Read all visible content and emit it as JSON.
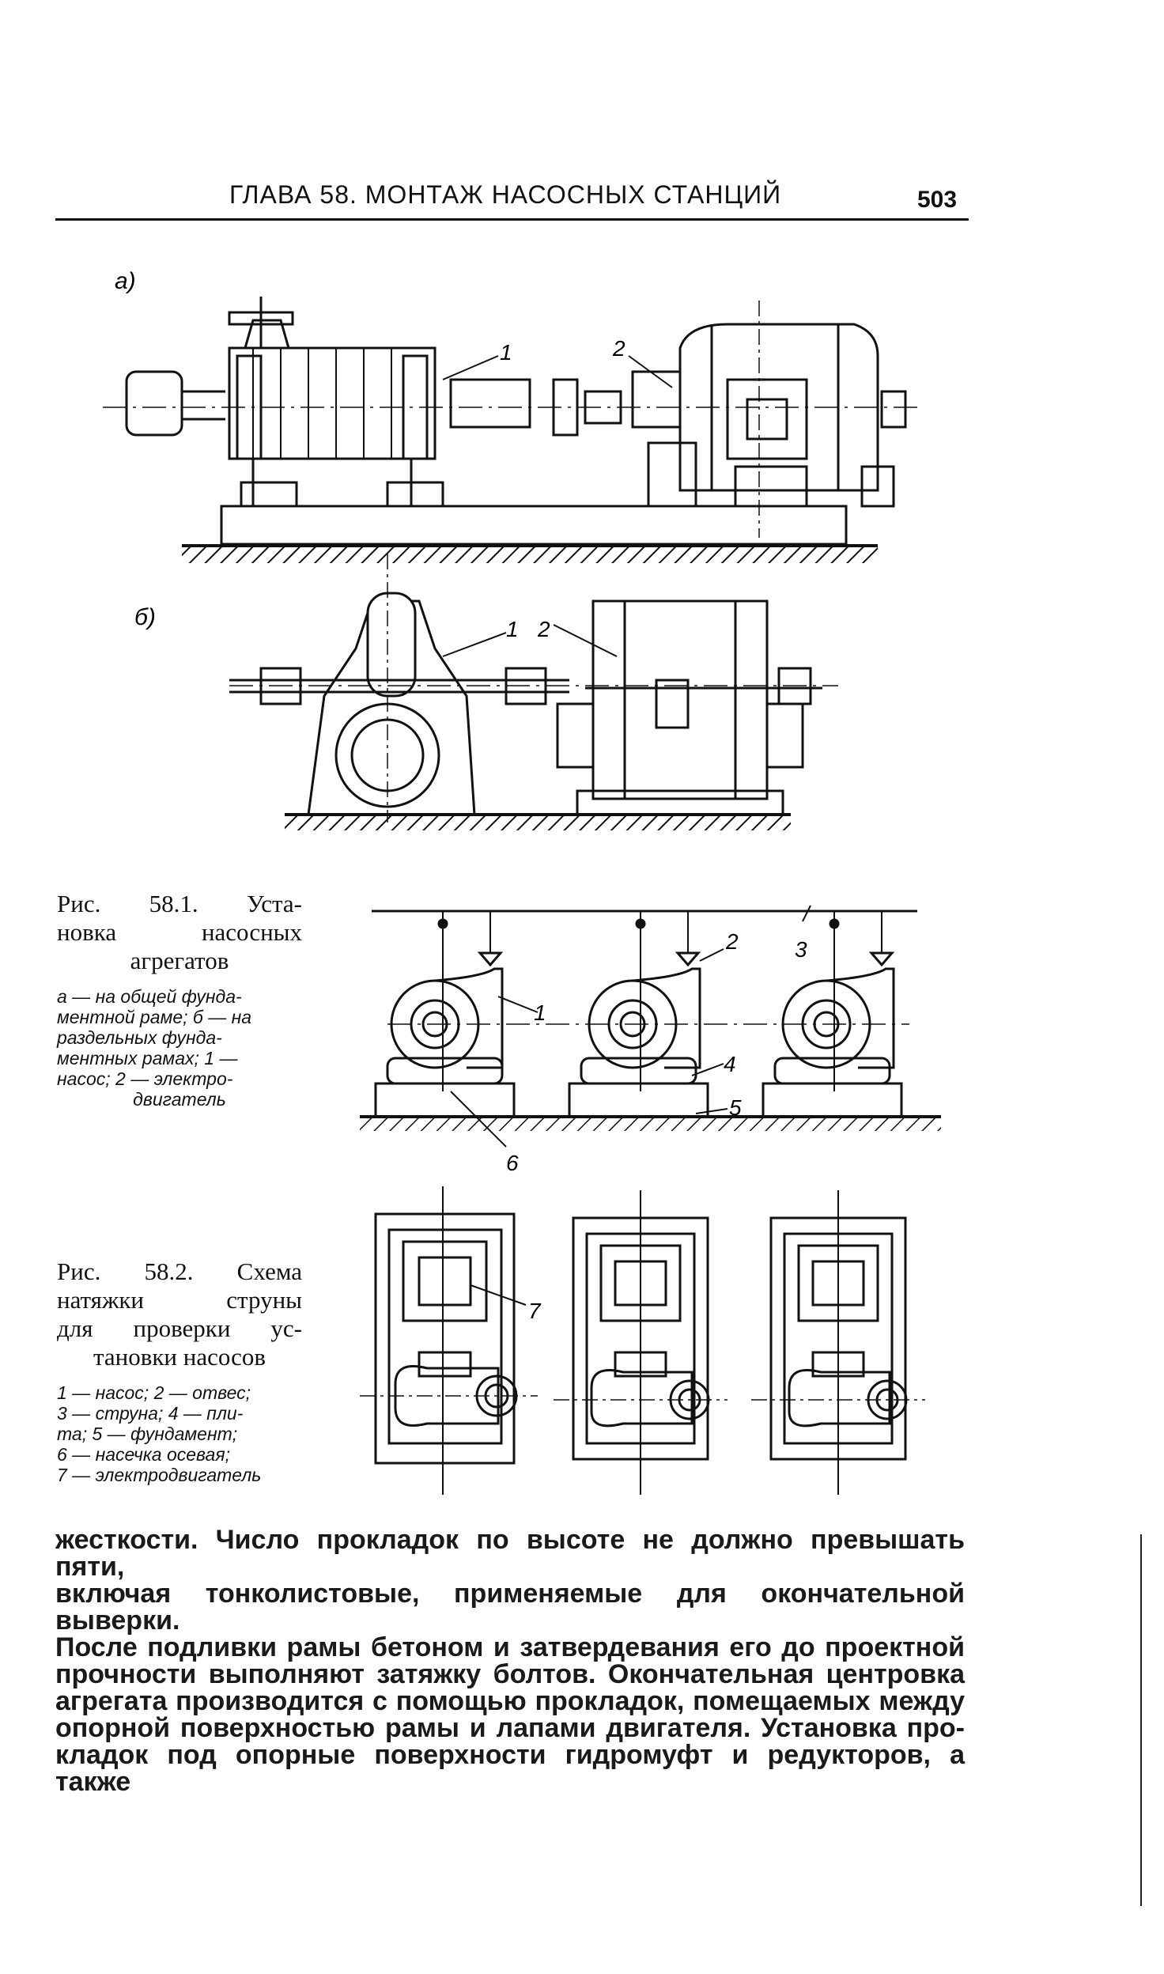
{
  "header": {
    "chapter_title": "ГЛАВА 58. МОНТАЖ НАСОСНЫХ СТАНЦИЙ",
    "page_number": "503"
  },
  "figure_58_1": {
    "panel_a_label": "а)",
    "panel_b_label": "б)",
    "callout_1": "1",
    "callout_2": "2",
    "caption_title_lines": [
      "Рис. 58.1. Уста-",
      "новка насосных",
      "агрегатов"
    ],
    "legend_lines": [
      "а — на общей фунда-",
      "ментной раме; б — на",
      "раздельных фунда-",
      "ментных рамах; 1 —",
      "насос; 2 — электро-",
      "двигатель"
    ]
  },
  "figure_58_2": {
    "callouts": [
      "1",
      "2",
      "3",
      "4",
      "5",
      "6",
      "7"
    ],
    "caption_title_lines": [
      "Рис. 58.2. Схема",
      "натяжки струны",
      "для проверки ус-",
      "тановки насосов"
    ],
    "legend_lines": [
      "1 — насос; 2 — отвес;",
      "3 — струна; 4 — пли-",
      "та; 5 — фундамент;",
      "6 — насечка осевая;",
      "7 — электродвигатель"
    ]
  },
  "body": {
    "lines": [
      "жесткости. Число прокладок по высоте не должно превышать пяти,",
      "включая тонколистовые, применяемые для окончательной выверки.",
      "После подливки рамы бетоном и затвердевания его до проектной",
      "прочности выполняют затяжку болтов. Окончательная центровка",
      "агрегата производится с помощью прокладок, помещаемых между",
      "опорной поверхностью рамы и лапами двигателя. Установка про-",
      "кладок под опорные поверхности гидромуфт и редукторов, а также"
    ]
  }
}
